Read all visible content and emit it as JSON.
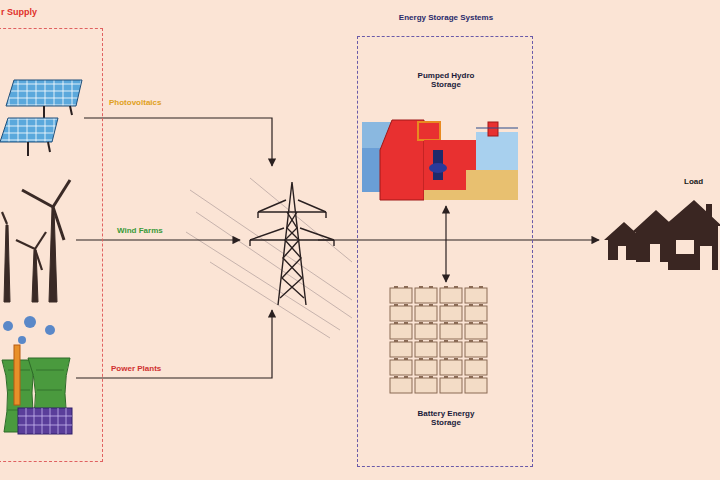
{
  "diagram": {
    "nodes": [
      {
        "text": [
          "r Supply"
        ]
      },
      {
        "text": [
          "Energy Storage Systems"
        ]
      },
      {
        "text": [
          "Pumped Hydro Storage"
        ],
        "in": 1
      },
      {
        "text": [
          "Battery Energy Storage"
        ],
        "in": 1
      },
      {
        "text": [
          "Load"
        ]
      }
    ],
    "edges": [
      {
        "from": 2,
        "to": 3,
        "arrow": "both"
      },
      {
        "from": 1,
        "to": 4,
        "arrow": "to"
      }
    ],
    "labels": [
      "Photovoltaics",
      "Wind Farms",
      "Power Plants"
    ]
  }
}
